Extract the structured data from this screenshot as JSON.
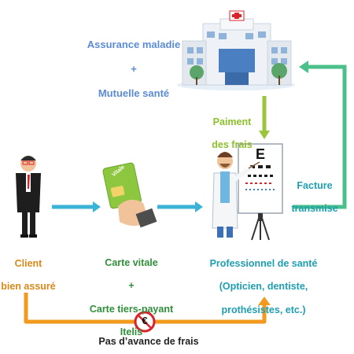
{
  "labels": {
    "insurance_line1": "Assurance maladie",
    "insurance_plus": "+",
    "insurance_line2": "Mutuelle santé",
    "payment_line1": "Paiment",
    "payment_line2": "des frais",
    "invoice_line1": "Facture",
    "invoice_line2": "transmise",
    "client_line1": "Client",
    "client_line2": "bien assuré",
    "card_line1": "Carte vitale",
    "card_plus": "+",
    "card_line2": "Carte tiers-payant",
    "card_line3": "Itelis",
    "pro_line1": "Professionnel de santé",
    "pro_line2": "(Opticien, dentiste,",
    "pro_line3": "prothésistes, etc.)",
    "no_advance": "Pas d’avance de frais",
    "card_text": "Vitale",
    "euro_symbol": "€",
    "eye_chart_letter": "E"
  },
  "colors": {
    "arrow_blue": "#3bb3d6",
    "arrow_lime": "#9bc53d",
    "arrow_green": "#4cc08a",
    "arrow_orange": "#f29a1e",
    "no_sign_red": "#d9242b"
  }
}
